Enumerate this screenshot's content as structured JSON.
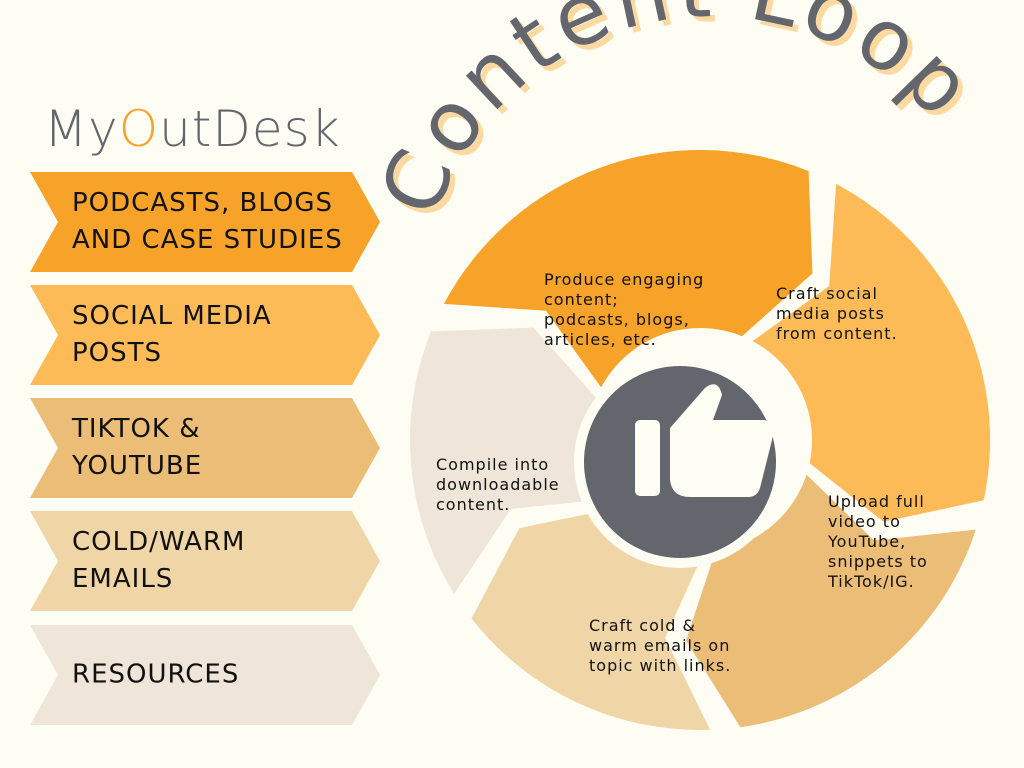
{
  "logo": {
    "prefix": "My",
    "o": "O",
    "suffix": "utDesk"
  },
  "title": "Content Loop",
  "categories": [
    {
      "label": "PODCASTS, BLOGS\nAND CASE STUDIES",
      "color": "#f7a229"
    },
    {
      "label": "SOCIAL MEDIA\nPOSTS",
      "color": "#fdbb58"
    },
    {
      "label": "TIKTOK &\nYOUTUBE",
      "color": "#ecbd76"
    },
    {
      "label": "COLD/WARM\nEMAILS",
      "color": "#f0d5a6"
    },
    {
      "label": "RESOURCES",
      "color": "#efe5d8"
    }
  ],
  "loop": [
    {
      "text": "Produce engaging\ncontent;\npodcasts, blogs,\narticles, etc.",
      "color": "#f7a229"
    },
    {
      "text": "Craft social\nmedia posts\nfrom content.",
      "color": "#fdbb58"
    },
    {
      "text": "Upload full\nvideo to\nYouTube,\nsnippets to\nTikTok/IG.",
      "color": "#ecbd76"
    },
    {
      "text": "Craft cold &\nwarm emails on\ntopic with links.",
      "color": "#f0d5a6"
    },
    {
      "text": "Compile into\ndownloadable\ncontent.",
      "color": "#efe5d8"
    }
  ],
  "center_icon": "thumbs-up-icon",
  "colors": {
    "gray": "#64666d",
    "shadow": "#fcd9a0",
    "background": "#fdfdf4"
  }
}
